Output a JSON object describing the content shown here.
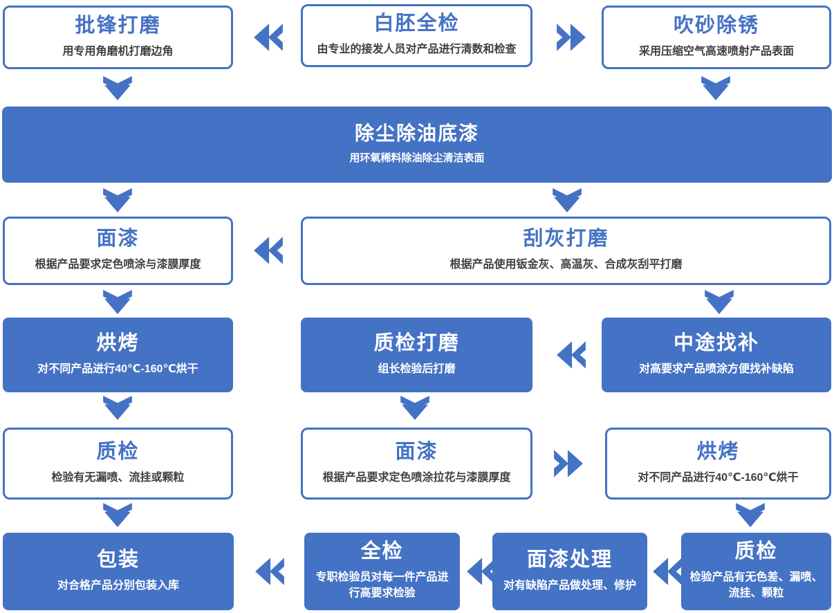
{
  "colors": {
    "accent": "#4472C4",
    "outline_title_text": "#4472C4",
    "outline_subtitle_text": "#3F3F3F",
    "filled_text": "#FFFFFF",
    "background": "#FFFFFF"
  },
  "icons": {
    "down_arrow": "double-down-arrow",
    "back_arrow": "double-left-chevron",
    "forward_arrow": "double-right-chevron"
  },
  "nodes": [
    {
      "title": "批锋打磨",
      "subtitle": "用专用角磨机打磨边角",
      "style": "outline"
    },
    {
      "title": "白胚全检",
      "subtitle": "由专业的接发人员对产品进行清数和检查",
      "style": "outline"
    },
    {
      "title": "吹砂除锈",
      "subtitle": "采用压缩空气高速喷射产品表面",
      "style": "outline"
    },
    {
      "title": "除尘除油底漆",
      "subtitle": "用环氧稀料除油除尘清洁表面",
      "style": "filled-band"
    },
    {
      "title": "面漆",
      "subtitle": "根据产品要求定色喷涂与漆膜厚度",
      "style": "outline"
    },
    {
      "title": "刮灰打磨",
      "subtitle": "根据产品使用钣金灰、高温灰、合成灰刮平打磨",
      "style": "outline"
    },
    {
      "title": "烘烤",
      "subtitle": "对不同产品进行40℃-160℃烘干",
      "style": "filled"
    },
    {
      "title": "质检打磨",
      "subtitle": "组长检验后打磨",
      "style": "filled"
    },
    {
      "title": "中途找补",
      "subtitle": "对高要求产品喷涂方便找补缺陷",
      "style": "filled"
    },
    {
      "title": "质检",
      "subtitle": "检验有无漏喷、流挂或颗粒",
      "style": "outline"
    },
    {
      "title": "面漆",
      "subtitle": "根据产品要求定色喷涂拉花与漆膜厚度",
      "style": "outline"
    },
    {
      "title": "烘烤",
      "subtitle": "对不同产品进行40℃-160℃烘干",
      "style": "outline"
    },
    {
      "title": "包装",
      "subtitle": "对合格产品分别包装入库",
      "style": "filled"
    },
    {
      "title": "全检",
      "subtitle": "专职检验员对每一件产品进行高要求检验",
      "style": "filled"
    },
    {
      "title": "面漆处理",
      "subtitle": "对有缺陷产品做处理、修护",
      "style": "filled"
    },
    {
      "title": "质检",
      "subtitle": "检验产品有无色差、漏喷、流挂、颗粒",
      "style": "filled"
    }
  ]
}
